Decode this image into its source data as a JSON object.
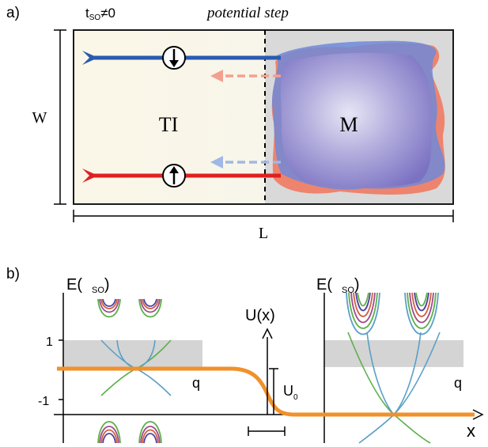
{
  "panel_a": {
    "label": "a)",
    "tso_label": "t",
    "tso_sub": "SO",
    "tso_neq": "≠0",
    "potential_step": "potential step",
    "ti_label": "TI",
    "metal_label": "M",
    "width_label": "W",
    "length_label": "L",
    "colors": {
      "ti_region": "#faf7e8",
      "metal_region": "#d9d9d9",
      "spin_down_channel": "#2a5ab0",
      "spin_up_channel": "#e02020",
      "metal_blob_blue": "#6f88d8",
      "metal_blob_red": "#f07a62"
    },
    "icons": [
      "spin-down-arrow-icon",
      "spin-up-arrow-icon"
    ]
  },
  "panel_b": {
    "label": "b)",
    "left_axis_label": "E(",
    "left_axis_sub": "SO",
    "right_axis_label": "E(",
    "right_axis_sub": "SO",
    "q_left": "q",
    "q_right": "q",
    "tick_plus_one": "1",
    "tick_minus_one": "-1",
    "potential_label": "U(x)",
    "u0_label": "U",
    "u0_sub": "0",
    "x_label": "x",
    "colors": {
      "potential_curve": "#f0912a",
      "gap_band": "#d4d4d4",
      "dirac_blue": "#5aa0c8",
      "dirac_green": "#5cb04a"
    }
  }
}
